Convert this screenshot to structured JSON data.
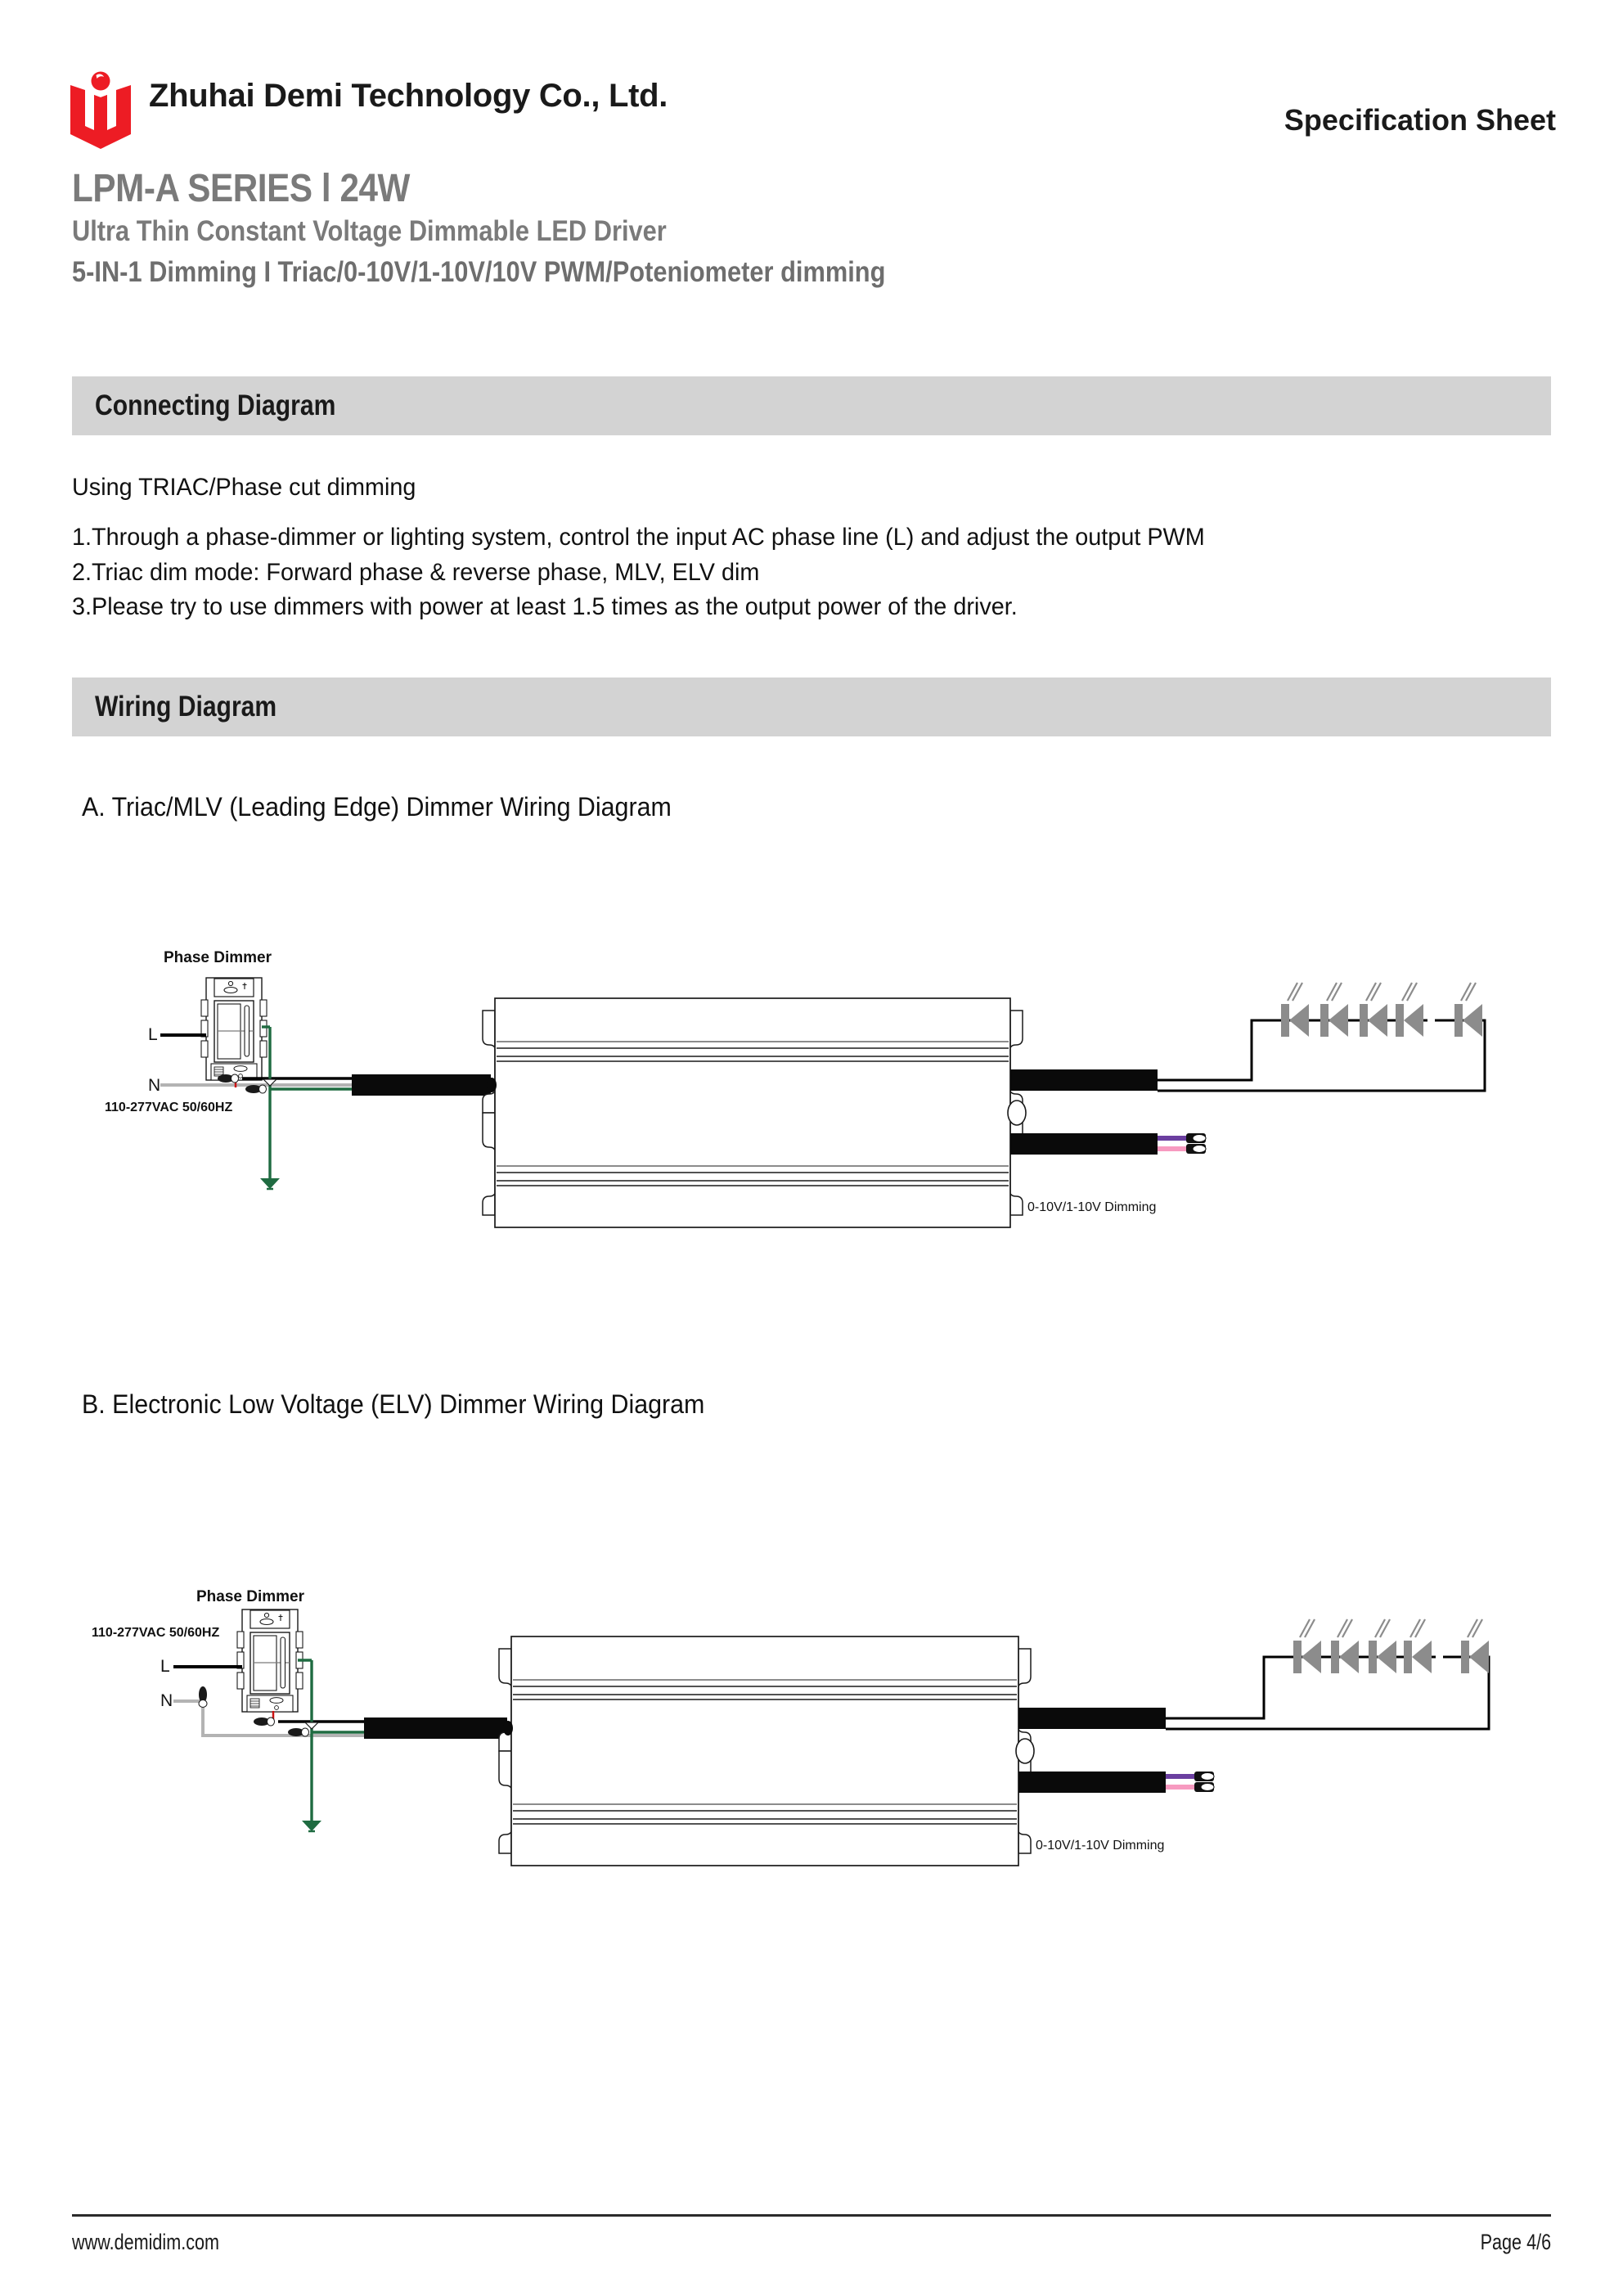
{
  "header": {
    "logo_icon": "demi-shield-logo-icon",
    "company_name": "Zhuhai Demi Technology Co., Ltd.",
    "doc_type": "Specification Sheet",
    "brand_color": "#ED1C24"
  },
  "product": {
    "title": "LPM-A SERIES l 24W",
    "subtitle_1": "Ultra Thin Constant Voltage Dimmable LED Driver",
    "subtitle_2": "5-IN-1 Dimming I  Triac/0-10V/1-10V/10V PWM/Poteniometer dimming",
    "title_color": "#7a7a7a"
  },
  "sections": {
    "connecting": {
      "band_label": "Connecting Diagram",
      "band_color": "#d3d3d3",
      "lead": "Using TRIAC/Phase cut dimming",
      "items": [
        "1.Through a phase-dimmer or lighting system, control the input AC phase line (L) and adjust the output PWM",
        "2.Triac dim mode: Forward phase & reverse phase, MLV, ELV dim",
        "3.Please try to use dimmers with power at least 1.5 times as the output power of the driver."
      ]
    },
    "wiring": {
      "band_label": "Wiring Diagram",
      "band_color": "#d3d3d3"
    }
  },
  "diagrams": [
    {
      "id": "diagram-a",
      "caption": "A. Triac/MLV (Leading Edge) Dimmer Wiring Diagram",
      "dimmer_label": "Phase Dimmer",
      "supply_label": "110-277VAC 50/60HZ",
      "line_label": "L",
      "neutral_label": "N",
      "dimming_label": "0-10V/1-10V Dimming",
      "led_count": 5,
      "wire_colors": {
        "line": "#000000",
        "neutral": "#b3b3b3",
        "ground": "#1f6b41",
        "dim_violet": "#6b3fa0",
        "dim_pink": "#f79ac0",
        "led_body": "#8c8c8c"
      }
    },
    {
      "id": "diagram-b",
      "caption": "B. Electronic Low Voltage (ELV) Dimmer Wiring Diagram",
      "dimmer_label": "Phase Dimmer",
      "supply_label": "110-277VAC 50/60HZ",
      "line_label": "L",
      "neutral_label": "N",
      "dimming_label": "0-10V/1-10V Dimming",
      "led_count": 5,
      "wire_colors": {
        "line": "#000000",
        "neutral": "#b3b3b3",
        "ground": "#1f6b41",
        "dim_violet": "#6b3fa0",
        "dim_pink": "#f79ac0",
        "led_body": "#8c8c8c"
      }
    }
  ],
  "footer": {
    "website": "www.demidim.com",
    "page": "Page 4/6"
  }
}
